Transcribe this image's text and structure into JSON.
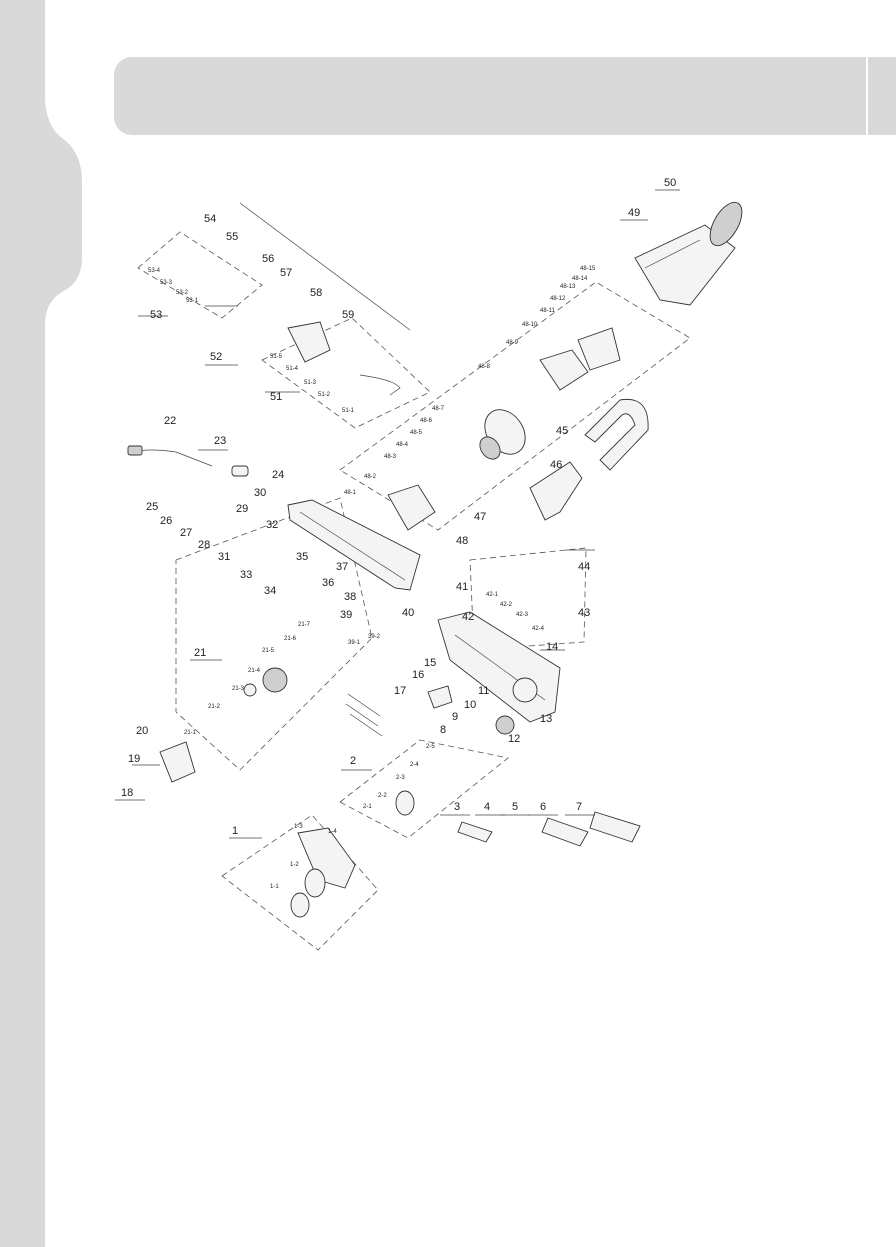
{
  "labels": {
    "l1": "1",
    "l1_1": "1-1",
    "l1_2": "1-2",
    "l1_3": "1-3",
    "l1_4": "1-4",
    "l2": "2",
    "l2_1": "2-1",
    "l2_2": "2-2",
    "l2_3": "2-3",
    "l2_4": "2-4",
    "l2_5": "2-5",
    "l3": "3",
    "l4": "4",
    "l5": "5",
    "l6": "6",
    "l7": "7",
    "l8": "8",
    "l9": "9",
    "l10": "10",
    "l11": "11",
    "l12": "12",
    "l13": "13",
    "l14": "14",
    "l15": "15",
    "l16": "16",
    "l17": "17",
    "l18": "18",
    "l19": "19",
    "l20": "20",
    "l21": "21",
    "l21_1": "21-1",
    "l21_2": "21-2",
    "l21_3": "21-3",
    "l21_4": "21-4",
    "l21_5": "21-5",
    "l21_6": "21-6",
    "l21_7": "21-7",
    "l22": "22",
    "l23": "23",
    "l24": "24",
    "l25": "25",
    "l26": "26",
    "l27": "27",
    "l28": "28",
    "l29": "29",
    "l30": "30",
    "l31": "31",
    "l32": "32",
    "l33": "33",
    "l34": "34",
    "l35": "35",
    "l36": "36",
    "l37": "37",
    "l38": "38",
    "l39": "39",
    "l39_1": "39-1",
    "l39_2": "39-2",
    "l40": "40",
    "l41": "41",
    "l42": "42",
    "l42_1": "42-1",
    "l42_2": "42-2",
    "l42_3": "42-3",
    "l42_4": "42-4",
    "l43": "43",
    "l44": "44",
    "l45": "45",
    "l46": "46",
    "l47": "47",
    "l48": "48",
    "l48_1": "48-1",
    "l48_2": "48-2",
    "l48_3": "48-3",
    "l48_4": "48-4",
    "l48_5": "48-5",
    "l48_6": "48-6",
    "l48_7": "48-7",
    "l48_8": "48-8",
    "l48_9": "48-9",
    "l48_10": "48-10",
    "l48_11": "48-11",
    "l48_12": "48-12",
    "l48_13": "48-13",
    "l48_14": "48-14",
    "l48_15": "48-15",
    "l49": "49",
    "l50": "50",
    "l51": "51",
    "l51_1": "51-1",
    "l51_2": "51-2",
    "l51_3": "51-3",
    "l51_4": "51-4",
    "l51_5": "51-5",
    "l52": "52",
    "l53": "53",
    "l53_1": "53-1",
    "l53_2": "53-2",
    "l53_3": "53-3",
    "l53_4": "53-4",
    "l54": "54",
    "l55": "55",
    "l56": "56",
    "l57": "57",
    "l58": "58",
    "l59": "59"
  },
  "colors": {
    "sidebar": "#d9d9d9",
    "header": "#d9d9d9",
    "line": "#333333"
  }
}
